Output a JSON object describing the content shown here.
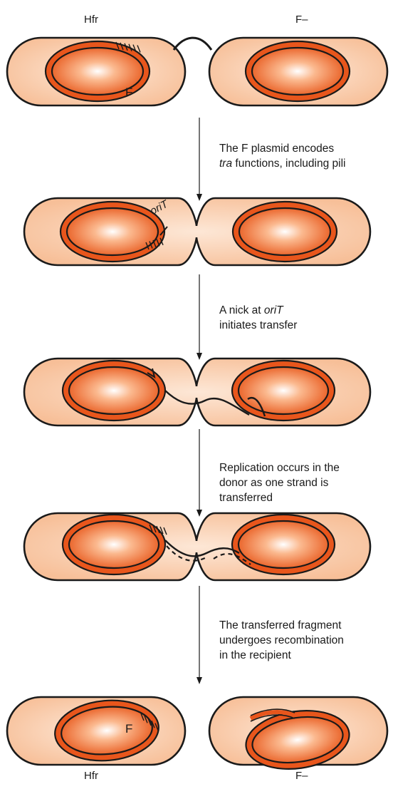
{
  "labels": {
    "top_left": "Hfr",
    "top_right": "F–",
    "bottom_left": "Hfr",
    "bottom_right": "F–",
    "f_plasmid_top": "F",
    "f_plasmid_bottom": "F",
    "orit": "oriT"
  },
  "steps": [
    {
      "lines": [
        [
          {
            "t": "The F plasmid encodes",
            "i": false
          }
        ],
        [
          {
            "t": "tra",
            "i": true
          },
          {
            "t": " functions, including pili",
            "i": false
          }
        ]
      ]
    },
    {
      "lines": [
        [
          {
            "t": "A nick at ",
            "i": false
          },
          {
            "t": "oriT",
            "i": true
          }
        ],
        [
          {
            "t": "initiates transfer",
            "i": false
          }
        ]
      ]
    },
    {
      "lines": [
        [
          {
            "t": "Replication occurs in the",
            "i": false
          }
        ],
        [
          {
            "t": "donor as one strand is",
            "i": false
          }
        ],
        [
          {
            "t": "transferred",
            "i": false
          }
        ]
      ]
    },
    {
      "lines": [
        [
          {
            "t": "The transferred fragment",
            "i": false
          }
        ],
        [
          {
            "t": "undergoes recombination",
            "i": false
          }
        ],
        [
          {
            "t": "in the recipient",
            "i": false
          }
        ]
      ]
    }
  ],
  "colors": {
    "cell_fill": "#f9c9a6",
    "cell_fill_light": "#fde5d2",
    "dna_ring": "#e8561c",
    "nucleoid_center": "#ffffff",
    "nucleoid_edge": "#ee6a2c",
    "outline": "#1a1a1a"
  }
}
